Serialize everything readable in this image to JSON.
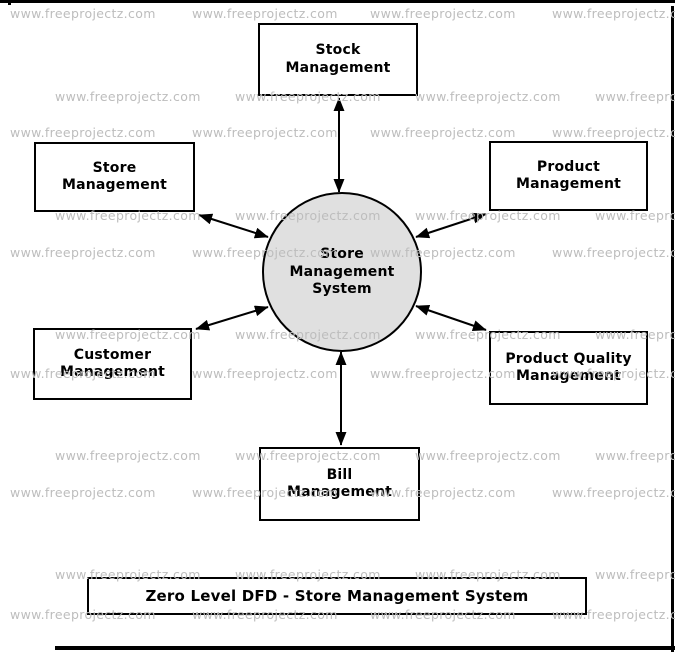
{
  "title": "Zero Level DFD - Store Management System",
  "process": {
    "label": "Store\nManagement\nSystem"
  },
  "entities": {
    "stock": {
      "label": "Stock\nManagement"
    },
    "store": {
      "label": "Store\nManagement"
    },
    "product": {
      "label": "Product\nManagement"
    },
    "customer": {
      "label": "Customer\nManagement"
    },
    "quality": {
      "label": "Product Quality\nManagement"
    },
    "bill": {
      "label": "Bill\nManagement"
    }
  },
  "watermark": {
    "text": "www.freeprojectz.com"
  },
  "colors": {
    "process_fill": "#e0e0e0",
    "line": "#000000",
    "watermark_gray": "#bdbdbd",
    "background": "#ffffff"
  }
}
